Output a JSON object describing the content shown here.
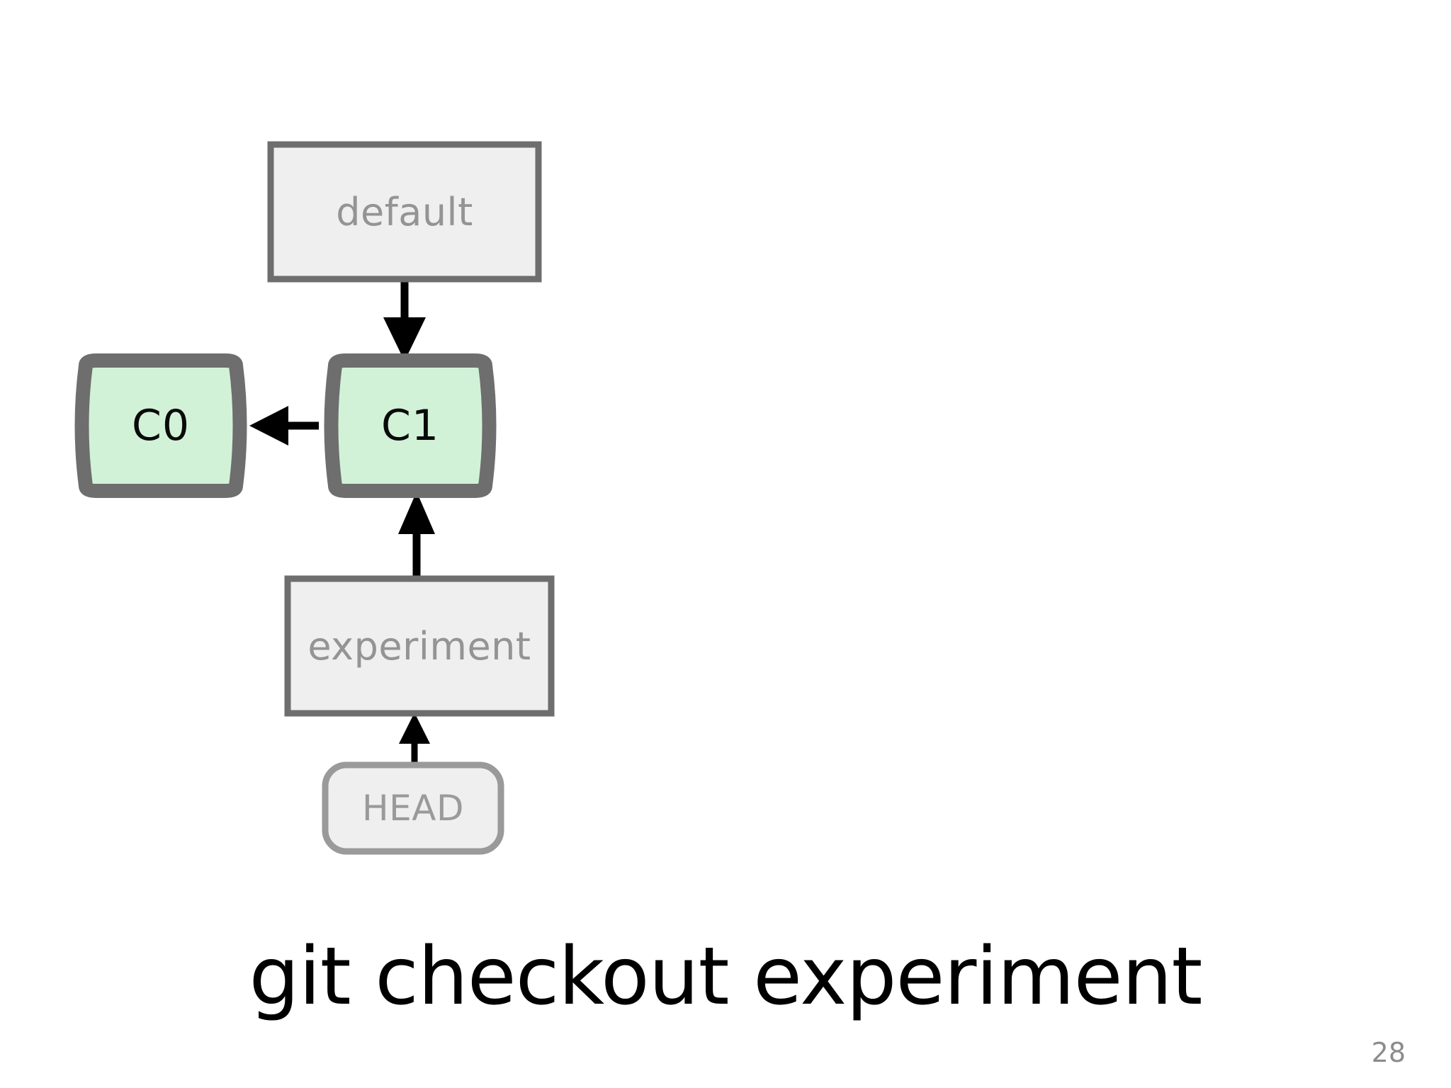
{
  "slide": {
    "page_number": "28",
    "caption": "git checkout experiment",
    "background_color": "#ffffff"
  },
  "colors": {
    "commit_fill": "#d2f2d8",
    "commit_stroke": "#6e6e6e",
    "ref_fill": "#efefef",
    "ref_stroke": "#6e6e6e",
    "head_fill": "#efefef",
    "head_stroke": "#9a9a9a",
    "ref_text": "#949494",
    "commit_text": "#0a0a0a",
    "head_text": "#9a9a9a",
    "arrow": "#000000",
    "caption_text": "#000000",
    "page_number_text": "#8c8c8c"
  },
  "diagram": {
    "type": "git-branch-graph",
    "nodes": [
      {
        "id": "default",
        "label": "default",
        "kind": "branch-ref",
        "shape": "rectangle"
      },
      {
        "id": "c0",
        "label": "C0",
        "kind": "commit",
        "shape": "barrel"
      },
      {
        "id": "c1",
        "label": "C1",
        "kind": "commit",
        "shape": "barrel"
      },
      {
        "id": "experiment",
        "label": "experiment",
        "kind": "branch-ref",
        "shape": "rectangle"
      },
      {
        "id": "head",
        "label": "HEAD",
        "kind": "head-pointer",
        "shape": "rounded-rectangle"
      }
    ],
    "edges": [
      {
        "from": "default",
        "to": "c1",
        "direction": "down",
        "arrow": "arrow-down-icon"
      },
      {
        "from": "c1",
        "to": "c0",
        "direction": "left",
        "arrow": "arrow-left-icon"
      },
      {
        "from": "experiment",
        "to": "c1",
        "direction": "up",
        "arrow": "arrow-up-icon"
      },
      {
        "from": "head",
        "to": "experiment",
        "direction": "up",
        "arrow": "arrow-up-icon"
      }
    ]
  }
}
